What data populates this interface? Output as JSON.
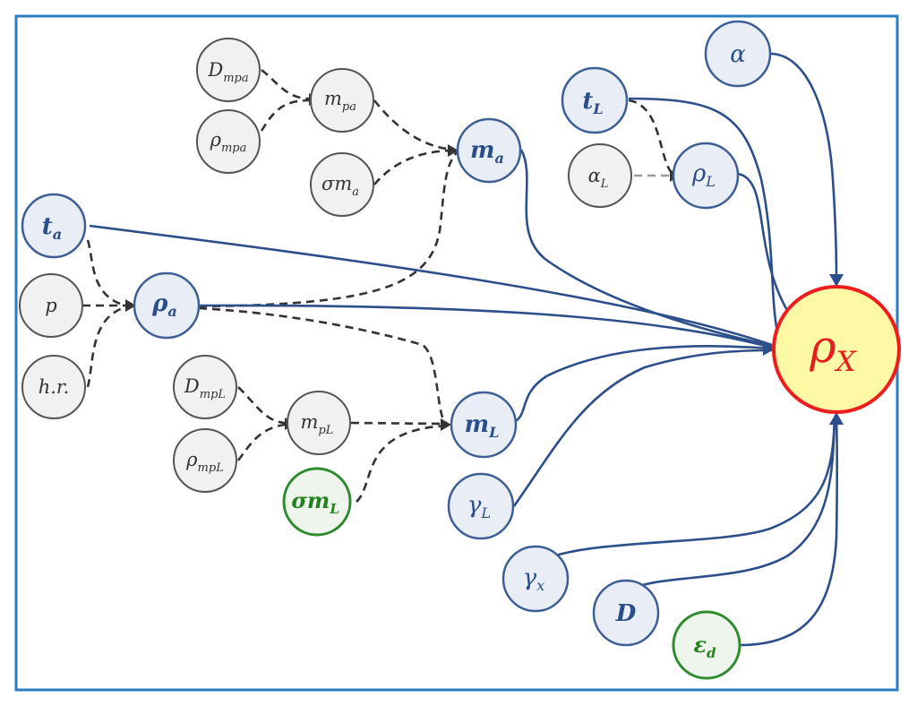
{
  "nodes": {
    "D_mpa": {
      "base": "D",
      "sub": "mpa"
    },
    "rho_mpa": {
      "base": "ρ",
      "sub": "mpa"
    },
    "m_pa": {
      "base": "m",
      "sub": "pa"
    },
    "sigma_ma": {
      "base": "σm",
      "sub": "a"
    },
    "m_a": {
      "base": "m",
      "sub": "a"
    },
    "t_a": {
      "base": "t",
      "sub": "a"
    },
    "p": {
      "base": "p",
      "sub": ""
    },
    "hr": {
      "base": "h.r.",
      "sub": ""
    },
    "rho_a": {
      "base": "ρ",
      "sub": "a"
    },
    "D_mpL": {
      "base": "D",
      "sub": "mpL"
    },
    "rho_mpL": {
      "base": "ρ",
      "sub": "mpL"
    },
    "m_pL": {
      "base": "m",
      "sub": "pL"
    },
    "sigma_mL": {
      "base": "σm",
      "sub": "L"
    },
    "m_L": {
      "base": "m",
      "sub": "L"
    },
    "gamma_L": {
      "base": "γ",
      "sub": "L"
    },
    "gamma_x": {
      "base": "γ",
      "sub": "x"
    },
    "D": {
      "base": "D",
      "sub": ""
    },
    "eps_d": {
      "base": "ε",
      "sub": "d"
    },
    "t_L": {
      "base": "t",
      "sub": "L"
    },
    "alpha_L": {
      "base": "α",
      "sub": "L"
    },
    "rho_L": {
      "base": "ρ",
      "sub": "L"
    },
    "alpha": {
      "base": "α",
      "sub": ""
    },
    "rho_x": {
      "base": "ρ",
      "sub": "X"
    }
  },
  "colors": {
    "frame": "#2b7fc1",
    "blue": "#2c4f8c",
    "grey": "#555555",
    "green": "#2e8b2e",
    "target_stroke": "#ee1c1c",
    "target_fill": "#fff9a6"
  }
}
